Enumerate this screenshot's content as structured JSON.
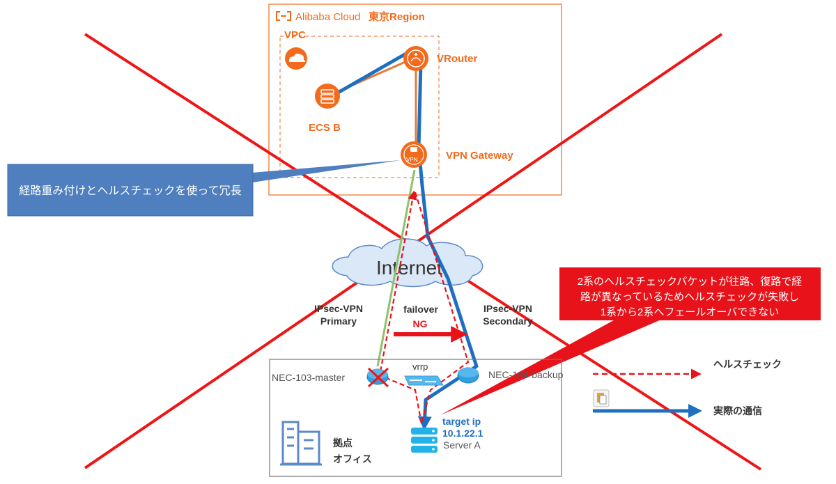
{
  "cloud": {
    "brand": "Alibaba Cloud",
    "region": "東京Region",
    "vpc_label": "VPC",
    "vrouter_label": "VRouter",
    "ecs_label": "ECS B",
    "vpn_gateway_label": "VPN Gateway",
    "vpn_icon_text": "VPN"
  },
  "internet_label": "Internet",
  "tunnels": {
    "primary_line1": "IPsec-VPN",
    "primary_line2": "Primary",
    "secondary_line1": "IPsec-VPN",
    "secondary_line2": "Secondary",
    "failover_label": "failover",
    "failover_result": "NG"
  },
  "office": {
    "master_label": "NEC-103-master",
    "backup_label": "NEC-104-backup",
    "vrrp_label": "vrrp",
    "target_label": "target ip",
    "target_ip": "10.1.22.1",
    "server_label": "Server A",
    "site_line1": "拠点",
    "site_line2": "オフィス"
  },
  "callouts": {
    "redundancy_note": "経路重み付けとヘルスチェックを使って冗長",
    "failure_line1": "2系のヘルスチェックパケットが往路、復路で経",
    "failure_line2": "路が異なっているためヘルスチェックが失敗し",
    "failure_line3": "1系から2系へフェールオーバできない"
  },
  "legend": {
    "healthcheck_label": "ヘルスチェック",
    "traffic_label": "実際の通信"
  },
  "colors": {
    "alibaba_orange": "#f26a1b",
    "traffic_blue": "#1f6fc0",
    "healthcheck_red": "#e8131a",
    "callout_blue": "#4f7fbe",
    "primary_green": "#8dc26a",
    "device_blue": "#2f9fe0",
    "cross_red": "#f01414"
  }
}
